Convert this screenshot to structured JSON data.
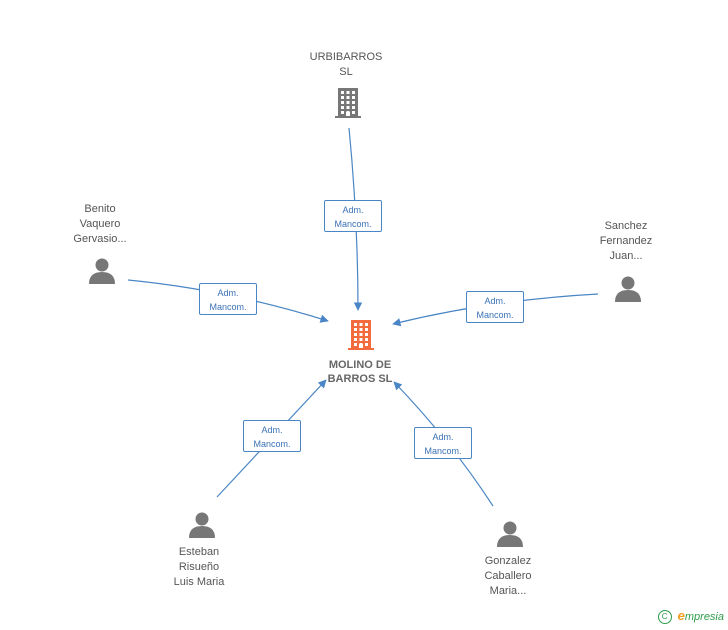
{
  "center": {
    "lines": [
      "MOLINO DE",
      "BARROS SL"
    ],
    "color": "#f26a3d"
  },
  "nodes": [
    {
      "id": "urbibarros",
      "type": "company",
      "lines": [
        "URBIBARROS",
        "SL"
      ]
    },
    {
      "id": "benito",
      "type": "person",
      "lines": [
        "Benito",
        "Vaquero",
        "Gervasio..."
      ]
    },
    {
      "id": "sanchez",
      "type": "person",
      "lines": [
        "Sanchez",
        "Fernandez",
        "Juan..."
      ]
    },
    {
      "id": "esteban",
      "type": "person",
      "lines": [
        "Esteban",
        "Risueño",
        "Luis Maria"
      ]
    },
    {
      "id": "gonzalez",
      "type": "person",
      "lines": [
        "Gonzalez",
        "Caballero",
        "Maria..."
      ]
    }
  ],
  "edges": [
    {
      "from": "urbibarros",
      "lines": [
        "Adm.",
        "Mancom."
      ]
    },
    {
      "from": "benito",
      "lines": [
        "Adm.",
        "Mancom."
      ]
    },
    {
      "from": "sanchez",
      "lines": [
        "Adm.",
        "Mancom."
      ]
    },
    {
      "from": "esteban",
      "lines": [
        "Adm.",
        "Mancom."
      ]
    },
    {
      "from": "gonzalez",
      "lines": [
        "Adm.",
        "Mancom."
      ]
    }
  ],
  "colors": {
    "edge": "#4a86c5",
    "icon": "#777777",
    "center_icon": "#f26a3d"
  },
  "brand": {
    "copyright": "C",
    "first": "e",
    "rest": "mpresia"
  }
}
